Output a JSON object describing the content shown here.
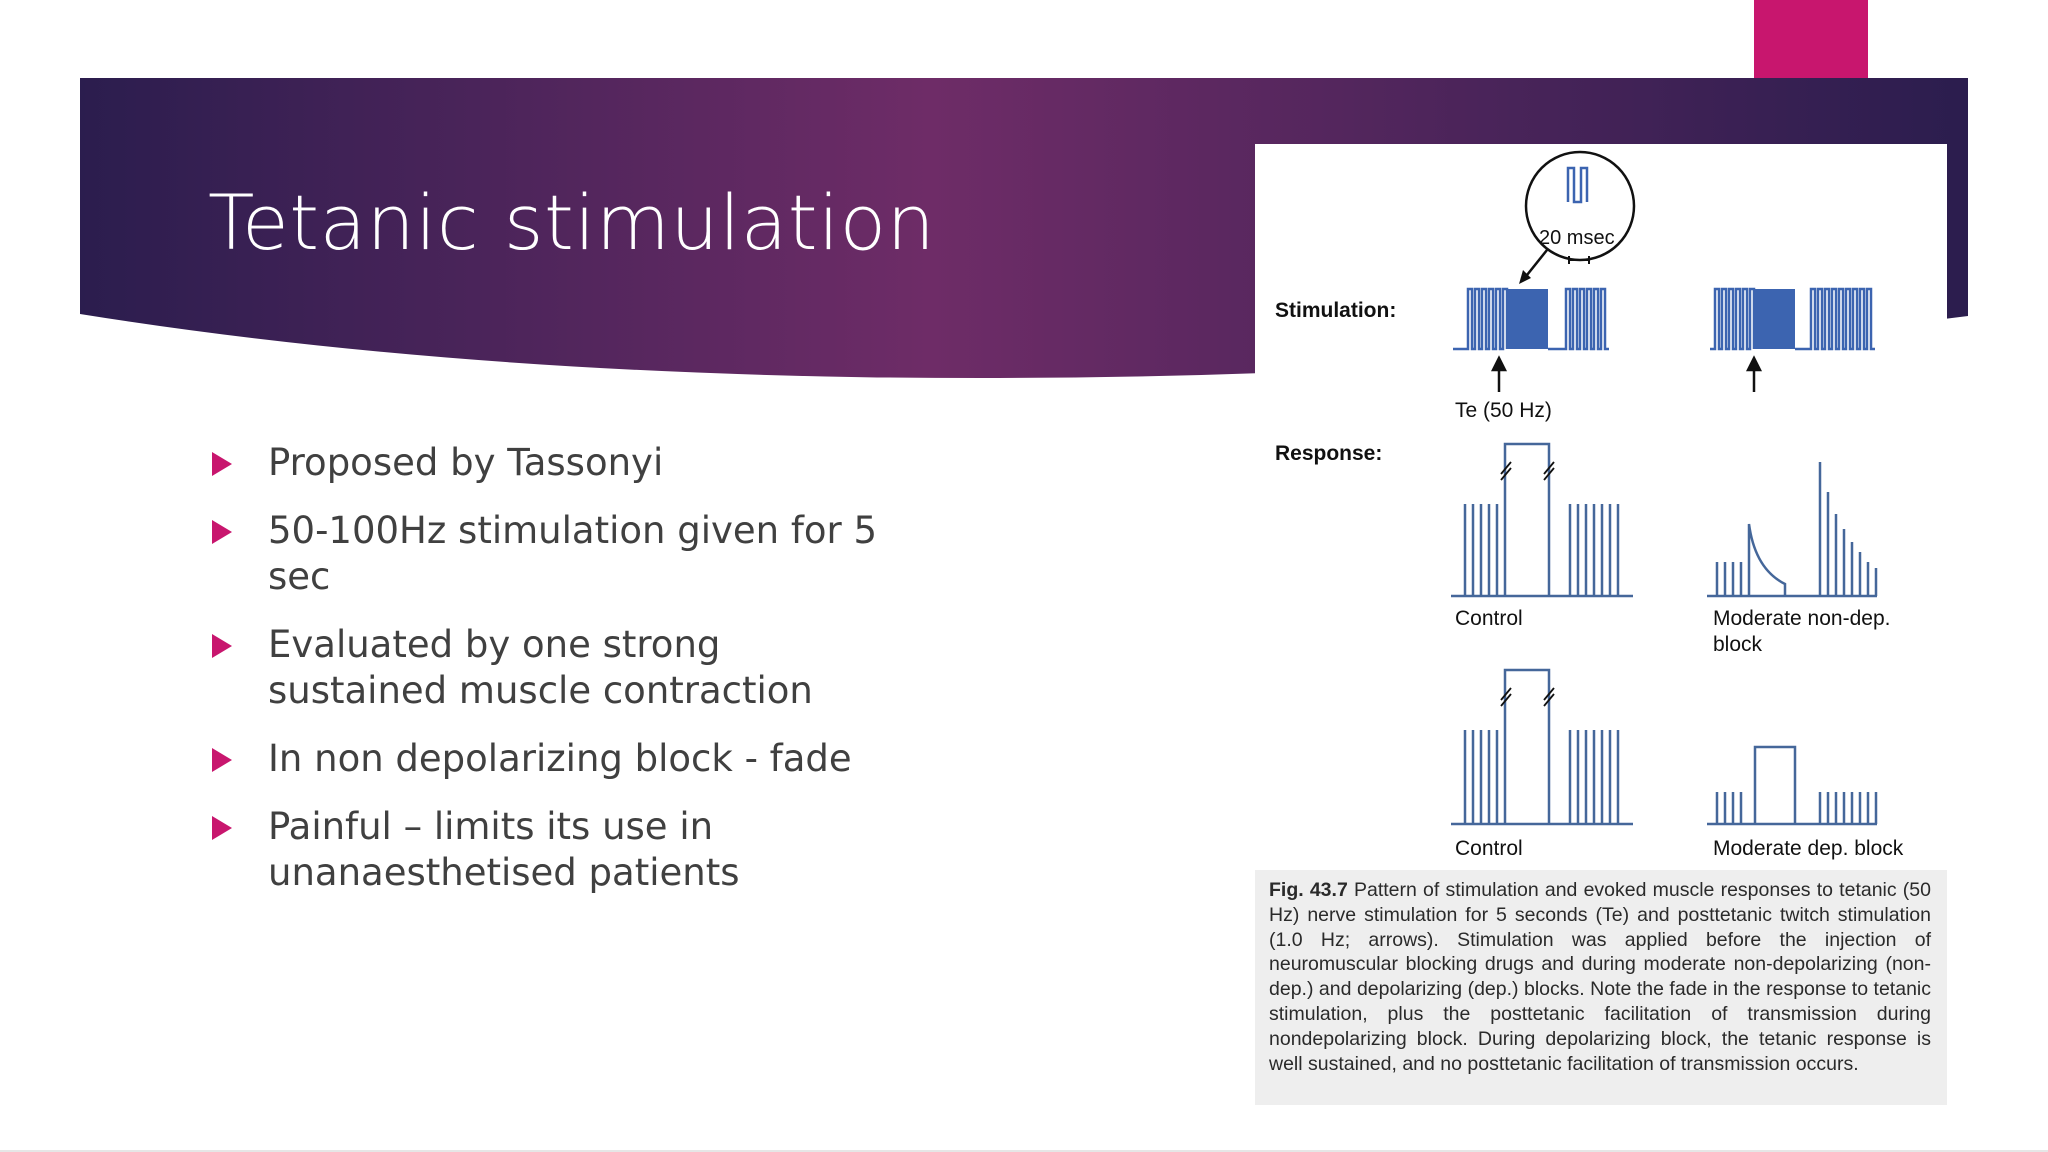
{
  "slide": {
    "title": "Tetanic stimulation",
    "bullets": [
      {
        "text": "Proposed by Tassonyi"
      },
      {
        "text": "50-100Hz stimulation given for 5 sec"
      },
      {
        "text": "Evaluated by one strong sustained muscle contraction"
      },
      {
        "text": "In non depolarizing block - fade"
      },
      {
        "text": "Painful – limits its use in unanaesthetised patients"
      }
    ]
  },
  "figure": {
    "stimulation_label": "Stimulation:",
    "response_label": "Response:",
    "inset_label": "20 msec",
    "te_label": "Te (50 Hz)",
    "panels": {
      "control_top": "Control",
      "nondep_line1": "Moderate non-dep.",
      "nondep_line2": "block",
      "control_bottom": "Control",
      "dep": "Moderate dep. block"
    },
    "caption_lead": "Fig. 43.7",
    "caption_body": "Pattern of stimulation and evoked muscle responses to tetanic (50 Hz) nerve stimulation for 5 seconds (Te) and posttetanic twitch stimulation (1.0 Hz; arrows). Stimulation was applied before the injection of neuromuscular blocking drugs and during moderate non-depolarizing (non-dep.) and depolarizing (dep.) blocks. Note the fade in the response to tetanic stimulation, plus the posttetanic facilitation of transmission during nondepolarizing block. During depolarizing block, the tetanic response is well sustained, and no posttetanic facilitation of transmission occurs."
  },
  "colors": {
    "banner_start": "#2b1d4e",
    "banner_end": "#7a2d68",
    "accent": "#c8166e",
    "stim_blue": "#3c64b0",
    "response_line": "#45679a",
    "body_text": "#404040"
  }
}
